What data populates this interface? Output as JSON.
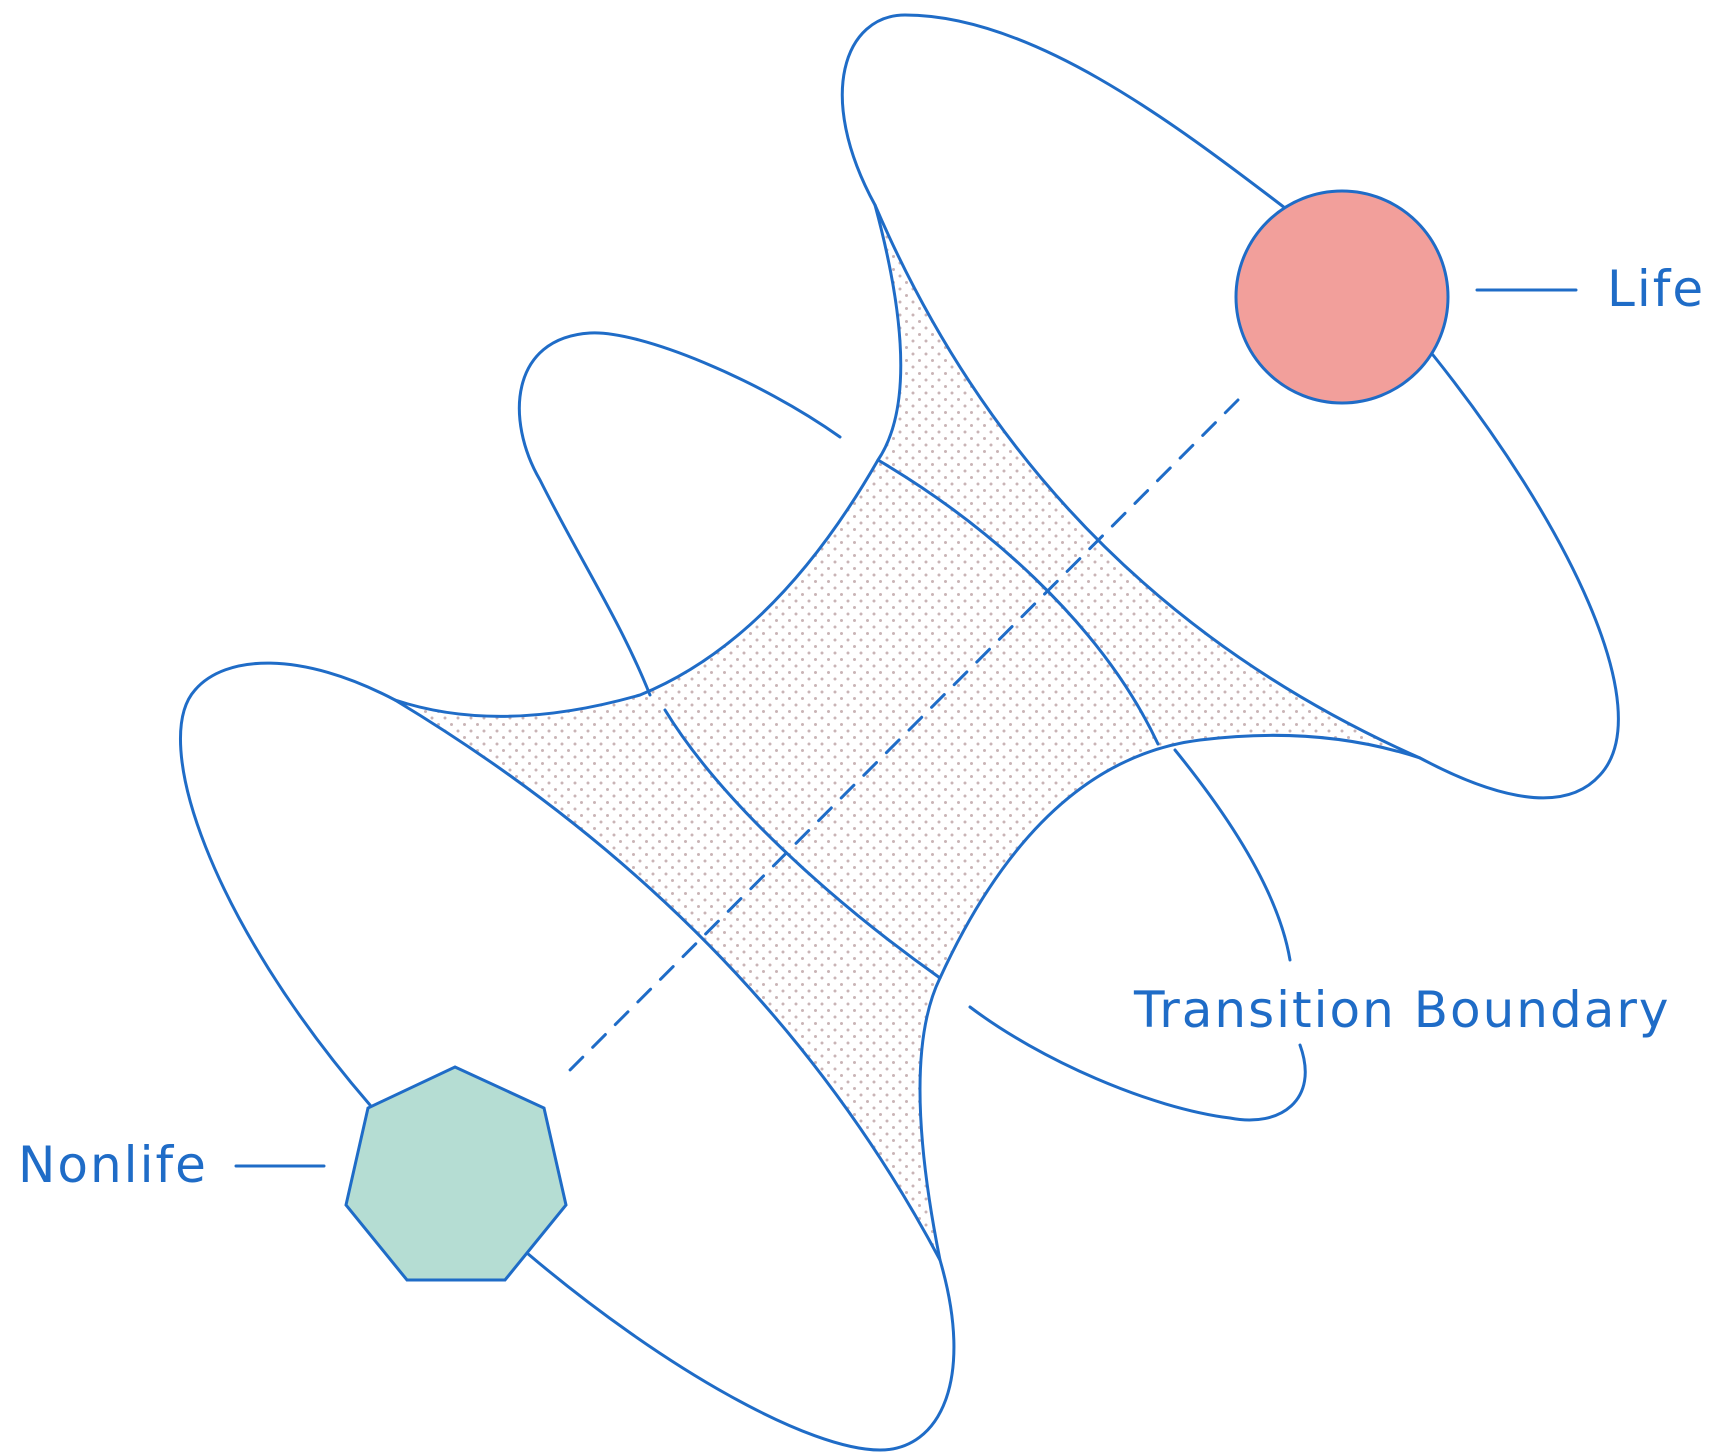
{
  "labels": {
    "life": "Life",
    "nonlife": "Nonlife",
    "transition": "Transition Boundary"
  },
  "colors": {
    "line": "#1f6cc7",
    "text": "#1f6cc7",
    "life_fill": "#f29f9b",
    "nonlife_fill": "#b5ddd3",
    "stipple": "#c9b4b6",
    "background": "#ffffff"
  },
  "icons": {
    "life": "circle",
    "nonlife": "heptagon"
  }
}
